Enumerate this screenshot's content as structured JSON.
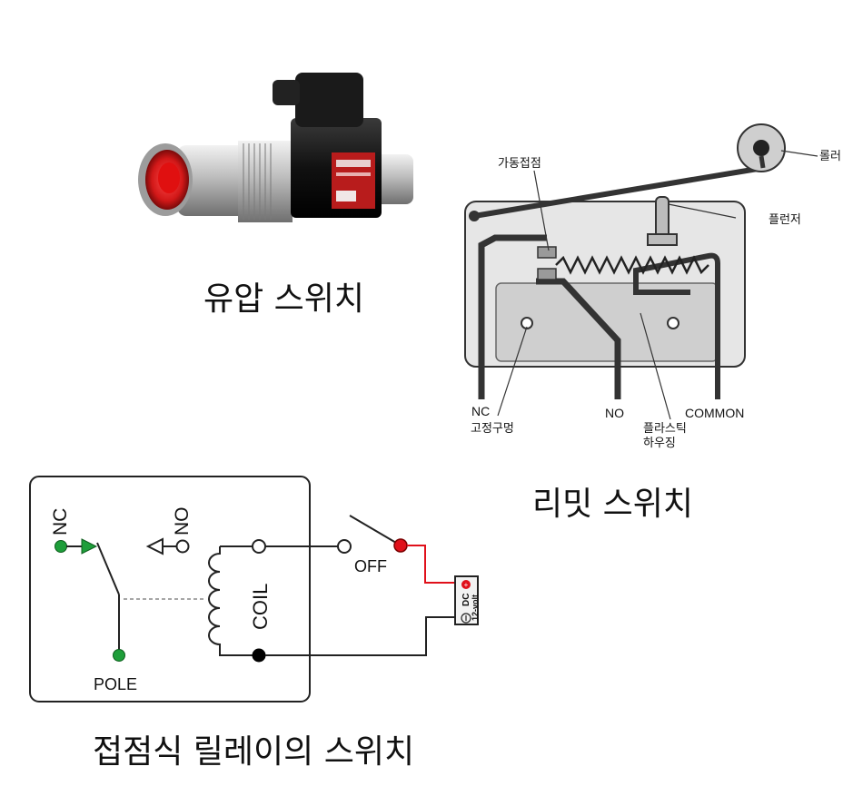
{
  "captions": {
    "hydraulic": "유압 스위치",
    "limit": "리밋 스위치",
    "relay": "접점식 릴레이의 스위치"
  },
  "limit_switch_labels": {
    "roller": "롤러",
    "movable_contact": "가동접점",
    "plunger": "플런저",
    "nc": "NC",
    "no": "NO",
    "common": "COMMON",
    "fixing_hole": "고정구멍",
    "housing_line1": "플라스틱",
    "housing_line2": "하우징"
  },
  "relay_labels": {
    "nc": "NC",
    "no": "NO",
    "coil": "COIL",
    "off": "OFF",
    "pole": "POLE",
    "battery_dc": "DC",
    "battery_volt": "12-volt"
  },
  "colors": {
    "green": "#1e9e3a",
    "red": "#e0101a",
    "housing": "#d6d6d6",
    "metal": "#b9b9b9"
  }
}
